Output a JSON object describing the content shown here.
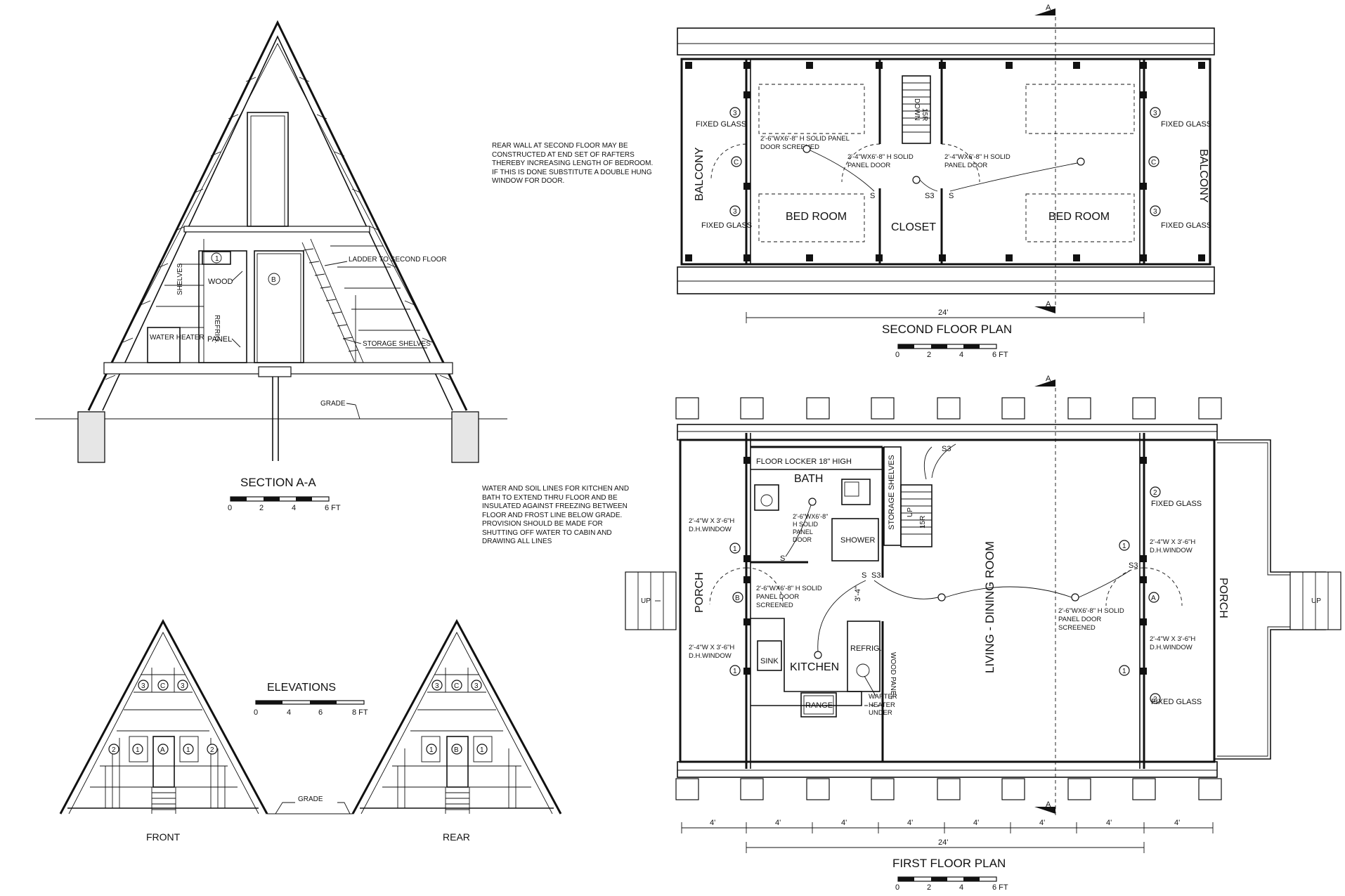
{
  "section": {
    "title": "SECTION A-A",
    "labels": {
      "shelves": "SHELVES",
      "wood": "WOOD",
      "refrig": "REFRIG.",
      "water_heater": "WATER HEATER",
      "panel": "PANEL",
      "ladder": "LADDER TO SECOND FLOOR",
      "storage": "STORAGE SHELVES",
      "grade": "GRADE",
      "door_tag": "B",
      "window_tag": "1"
    },
    "scale": [
      "0",
      "2",
      "4",
      "6 FT"
    ]
  },
  "notes": {
    "rear_wall": "REAR WALL AT SECOND FLOOR MAY BE CONSTRUCTED AT END SET OF RAFTERS THEREBY INCREASING LENGTH OF BEDROOM. IF THIS IS DONE SUBSTITUTE A DOUBLE HUNG WINDOW FOR DOOR.",
    "water_soil": "WATER AND SOIL LINES FOR KITCHEN AND BATH TO EXTEND THRU FLOOR AND BE INSULATED AGAINST FREEZING BETWEEN FLOOR AND FROST LINE BELOW GRADE. PROVISION SHOULD BE MADE FOR SHUTTING OFF WATER TO CABIN AND DRAWING ALL LINES"
  },
  "elevations": {
    "title": "ELEVATIONS",
    "scale": [
      "0",
      "4",
      "6",
      "8 FT"
    ],
    "front": "FRONT",
    "rear": "REAR",
    "grade": "GRADE",
    "front_tags": [
      "3",
      "C",
      "3",
      "2",
      "1",
      "A",
      "1",
      "2"
    ],
    "rear_tags": [
      "3",
      "C",
      "3",
      "1",
      "B",
      "1"
    ]
  },
  "second_floor": {
    "title": "SECOND FLOOR PLAN",
    "scale": [
      "0",
      "2",
      "4",
      "6 FT"
    ],
    "dimension": "24'",
    "section_mark": "A",
    "rooms": {
      "bedroom_left": "BED ROOM",
      "bedroom_right": "BED ROOM",
      "closet": "CLOSET",
      "balcony_left": "BALCONY",
      "balcony_right": "BALCONY",
      "down": "DOWN",
      "down_sub": "15R"
    },
    "notes": {
      "fixed_glass": "FIXED GLASS",
      "door_left": "2'-6\"WX6'-8\" H SOLID PANEL DOOR SCREENED",
      "door_closet": "2'-4\"WX6'-8\" H SOLID PANEL DOOR",
      "door_right": "2'-4\"WX6'-8\" H SOLID PANEL DOOR"
    },
    "tags": {
      "glass": "3",
      "door": "C"
    },
    "switches": [
      "S",
      "S3",
      "S"
    ]
  },
  "first_floor": {
    "title": "FIRST FLOOR PLAN",
    "scale": [
      "0",
      "2",
      "4",
      "6 FT"
    ],
    "dimensions": [
      "4'",
      "4'",
      "4'",
      "4'",
      "4'",
      "4'",
      "4'",
      "4'"
    ],
    "overall": "24'",
    "section_mark": "A",
    "rooms": {
      "bath": "BATH",
      "kitchen": "KITCHEN",
      "living": "LIVING - DINING ROOM",
      "porch_left": "PORCH",
      "porch_right": "PORCH",
      "storage": "STORAGE SHELVES",
      "floor_locker": "FLOOR LOCKER 18\" HIGH"
    },
    "fixtures": {
      "shower": "SHOWER",
      "sink": "SINK",
      "refrig": "REFRIG.",
      "range": "RANGE",
      "wood_panel": "WOOD PANEL",
      "water_heater": "WARTER HEATER UNDER",
      "up": "UP",
      "up_sub": "15R"
    },
    "notes": {
      "window": "2'-4\"W X 3'-6\"H D.H.WINDOW",
      "window_b": "2'-4\"W X 3'-6\"H D.H.WINDOW",
      "window_r": "2'-4\"W X 3'-6\"H D.H.WINDOW",
      "window_r2": "2'-4\"W X 3'-6\"H D.H.WINDOW",
      "bath_door": "2'-6\"WX6'-8\" H SOLID PANEL DOOR",
      "door_b": "2'-6\"WX6'-8\" H SOLID PANEL DOOR SCREENED",
      "door_a": "2'-6\"WX6'-8\" H SOLID PANEL DOOR SCREENED",
      "fixed_glass": "FIXED GLASS",
      "fixed_glass_2": "FIXED GLASS",
      "clearance": "3'-4\""
    },
    "tags": {
      "window": "1",
      "door_b": "B",
      "door_a": "A",
      "glass": "2"
    },
    "switches": [
      "S",
      "S",
      "S3",
      "S3",
      "S3"
    ]
  }
}
